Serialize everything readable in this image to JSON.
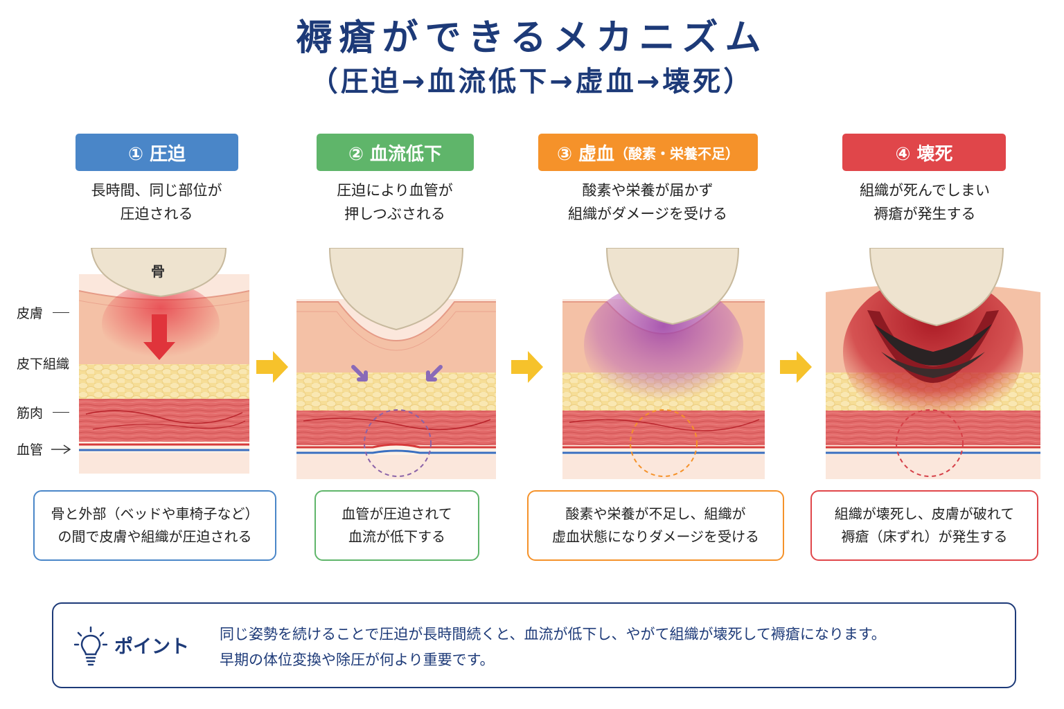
{
  "title": {
    "main": "褥瘡ができるメカニズム",
    "sub": "（圧迫→血流低下→虚血→壊死）"
  },
  "steps": [
    {
      "badge": "① 圧迫",
      "badge_note": "",
      "color": "#4a86c8",
      "desc_line1": "長時間、同じ部位が",
      "desc_line2": "圧迫される",
      "caption_line1": "骨と外部（ベッドや車椅子など）",
      "caption_line2": "の間で皮膚や組織が圧迫される"
    },
    {
      "badge": "② 血流低下",
      "badge_note": "",
      "color": "#5fb56a",
      "desc_line1": "圧迫により血管が",
      "desc_line2": "押しつぶされる",
      "caption_line1": "血管が圧迫されて",
      "caption_line2": "血流が低下する"
    },
    {
      "badge": "③ 虚血",
      "badge_note": "（酸素・栄養不足）",
      "color": "#f5922a",
      "desc_line1": "酸素や栄養が届かず",
      "desc_line2": "組織がダメージを受ける",
      "caption_line1": "酸素や栄養が不足し、組織が",
      "caption_line2": "虚血状態になりダメージを受ける"
    },
    {
      "badge": "④ 壊死",
      "badge_note": "",
      "color": "#e0464a",
      "desc_line1": "組織が死んでしまい",
      "desc_line2": "褥瘡が発生する",
      "caption_line1": "組織が壊死し、皮膚が破れて",
      "caption_line2": "褥瘡（床ずれ）が発生する"
    }
  ],
  "bone_label": "骨",
  "layers": {
    "skin": "皮膚",
    "subcutaneous": "皮下組織",
    "muscle": "筋肉",
    "vessel": "血管"
  },
  "point": {
    "label": "ポイント",
    "line1": "同じ姿勢を続けることで圧迫が長時間続くと、血流が低下し、やがて組織が壊死して褥瘡になります。",
    "line2": "早期の体位変換や除圧が何より重要です。"
  },
  "colors": {
    "navy": "#1d3a78",
    "arrow": "#f6c22b",
    "skin": "#f4c1a6",
    "fat": "#f6dd96",
    "muscle": "#e36a6a",
    "bone": "#eee3cf"
  }
}
